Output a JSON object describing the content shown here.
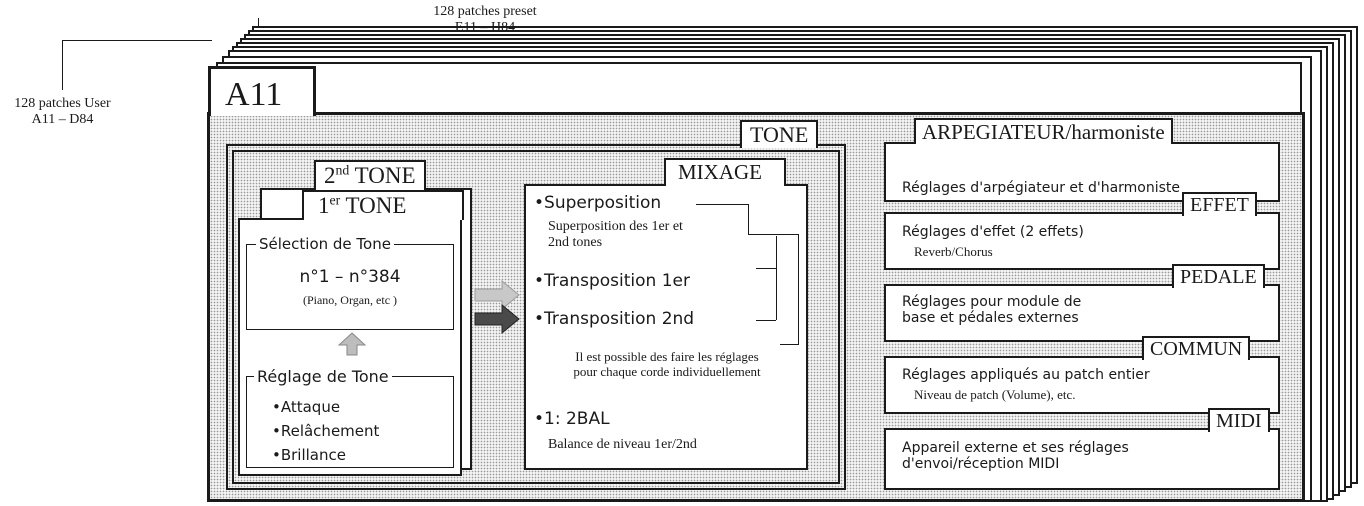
{
  "labels": {
    "preset_line1": "128 patches preset",
    "preset_line2": "E11 – H84",
    "user_line1": "128 patches User",
    "user_line2": "A11 – D84"
  },
  "patch_name": "A11",
  "tone_section": {
    "title": "TONE",
    "second_tone": {
      "main": "2",
      "sup": "nd",
      "rest": " TONE"
    },
    "first_tone": {
      "main": "1",
      "sup": "er",
      "rest": " TONE"
    },
    "selection": {
      "title": "Sélection de Tone",
      "range": "n°1 – n°384",
      "examples": "(Piano, Organ, etc )"
    },
    "reglage": {
      "title": "Réglage de Tone",
      "items": [
        "•Attaque",
        "•Relâchement",
        "•Brillance"
      ]
    },
    "mixage": {
      "title": "MIXAGE",
      "superposition": "•Superposition",
      "superposition_desc1": "Superposition des 1er et",
      "superposition_desc2": "2nd tones",
      "transposition1": "•Transposition 1er",
      "transposition2": "•Transposition 2nd",
      "note1": "Il est possible des faire les réglages",
      "note2": "pour chaque corde individuellement",
      "bal": "•1: 2BAL",
      "bal_desc": "Balance de niveau 1er/2nd"
    }
  },
  "right_sections": [
    {
      "title": "ARPEGIATEUR/harmoniste",
      "line1": "Réglages d'arpégiateur et d'harmoniste",
      "line2": ""
    },
    {
      "title": "EFFET",
      "line1": "Réglages d'effet (2 effets)",
      "line2": "Reverb/Chorus"
    },
    {
      "title": "PEDALE",
      "line1": "Réglages pour module de",
      "line2": "base et pédales externes"
    },
    {
      "title": "COMMUN",
      "line1": "Réglages appliqués au patch entier",
      "line2": "Niveau de patch (Volume), etc."
    },
    {
      "title": "MIDI",
      "line1": "Appareil externe et ses réglages",
      "line2": "d'envoi/réception MIDI"
    }
  ]
}
